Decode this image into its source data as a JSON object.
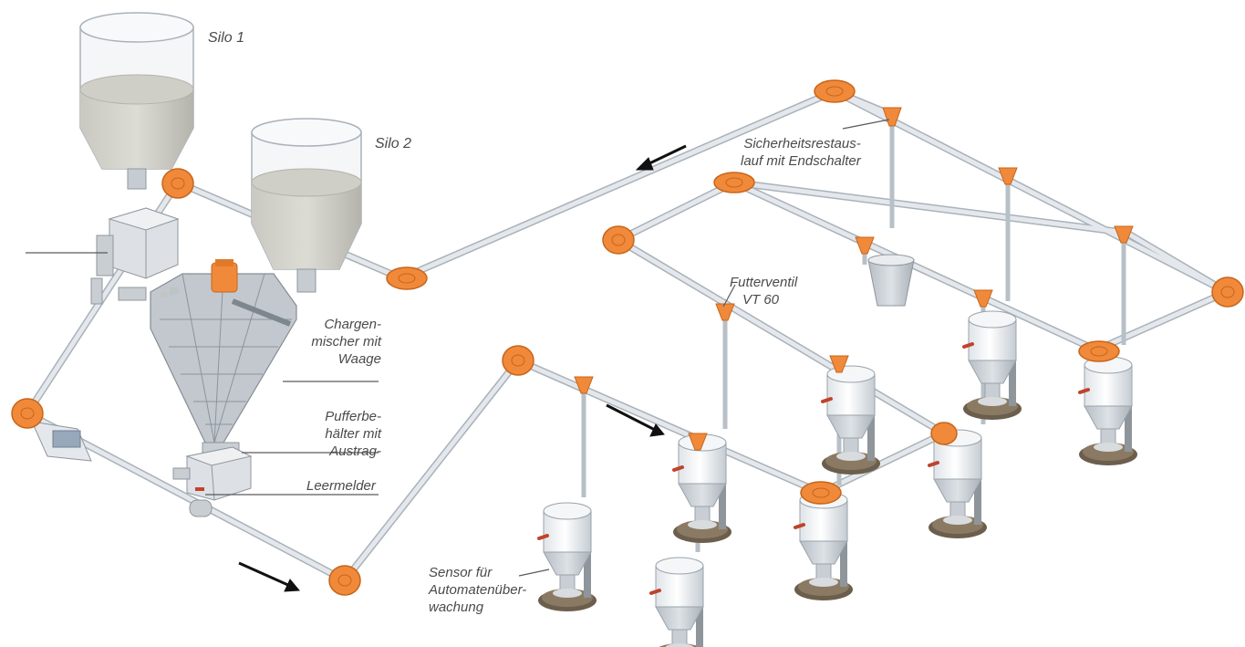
{
  "labels": {
    "silo1": "Silo 1",
    "silo2": "Silo 2",
    "safety": [
      "Sicherheitsrestaus-",
      "lauf mit Endschalter"
    ],
    "valve": [
      "Futterventil",
      "VT 60"
    ],
    "mixer": [
      "Chargen-",
      "mischer mit",
      "Waage"
    ],
    "buffer": [
      "Pufferbe-",
      "hälter mit",
      "Austrag-"
    ],
    "empty": "Leermelder",
    "sensor": [
      "Sensor für",
      "Automatenüber-",
      "wachung"
    ]
  },
  "colors": {
    "pipe": "#d7dde3",
    "pipe_edge": "#a9b2ba",
    "corner": "#f08a3a",
    "corner_dark": "#c86418",
    "steel": "#c3c9cf",
    "glass": "#eef1f4",
    "feed": "#b9b9b1",
    "arrow": "#111111",
    "label": "#4a4a4a",
    "leader": "#5a5a5a"
  }
}
